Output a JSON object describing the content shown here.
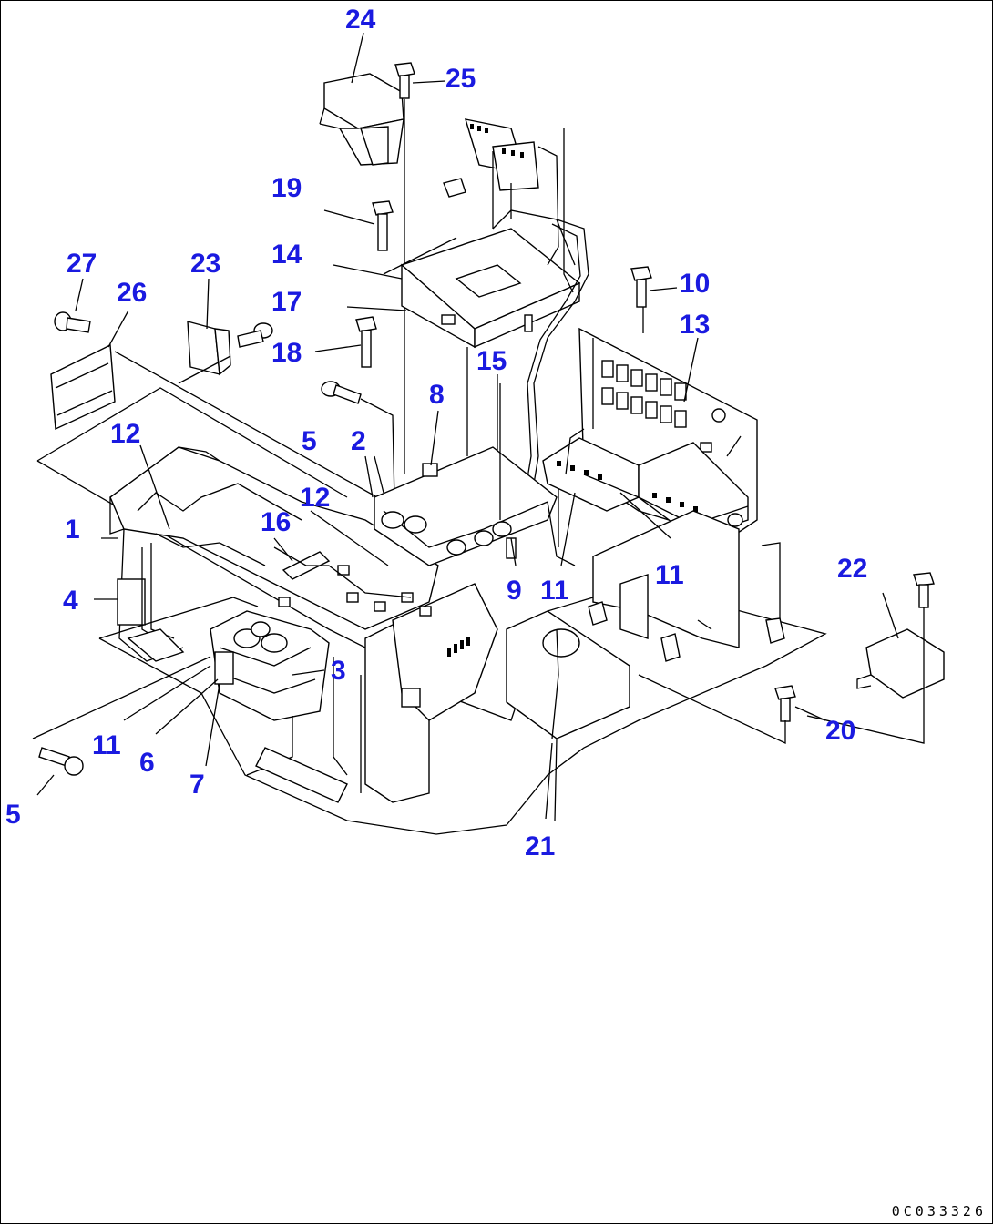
{
  "figure": {
    "drawing_code": "0C033326",
    "callouts": [
      {
        "id": "c24",
        "text": "24"
      },
      {
        "id": "c25",
        "text": "25"
      },
      {
        "id": "c19",
        "text": "19"
      },
      {
        "id": "c27",
        "text": "27"
      },
      {
        "id": "c23",
        "text": "23"
      },
      {
        "id": "c14",
        "text": "14"
      },
      {
        "id": "c26",
        "text": "26"
      },
      {
        "id": "c17",
        "text": "17"
      },
      {
        "id": "c10",
        "text": "10"
      },
      {
        "id": "c13",
        "text": "13"
      },
      {
        "id": "c18",
        "text": "18"
      },
      {
        "id": "c15",
        "text": "15"
      },
      {
        "id": "c8",
        "text": "8"
      },
      {
        "id": "c5a",
        "text": "5"
      },
      {
        "id": "c2",
        "text": "2"
      },
      {
        "id": "c12a",
        "text": "12"
      },
      {
        "id": "c12b",
        "text": "12"
      },
      {
        "id": "c16",
        "text": "16"
      },
      {
        "id": "c1",
        "text": "1"
      },
      {
        "id": "c22",
        "text": "22"
      },
      {
        "id": "c9",
        "text": "9"
      },
      {
        "id": "c11a",
        "text": "11"
      },
      {
        "id": "c11b",
        "text": "11"
      },
      {
        "id": "c4",
        "text": "4"
      },
      {
        "id": "c3",
        "text": "3"
      },
      {
        "id": "c20",
        "text": "20"
      },
      {
        "id": "c11c",
        "text": "11"
      },
      {
        "id": "c6",
        "text": "6"
      },
      {
        "id": "c7",
        "text": "7"
      },
      {
        "id": "c5b",
        "text": "5"
      },
      {
        "id": "c21",
        "text": "21"
      }
    ]
  }
}
